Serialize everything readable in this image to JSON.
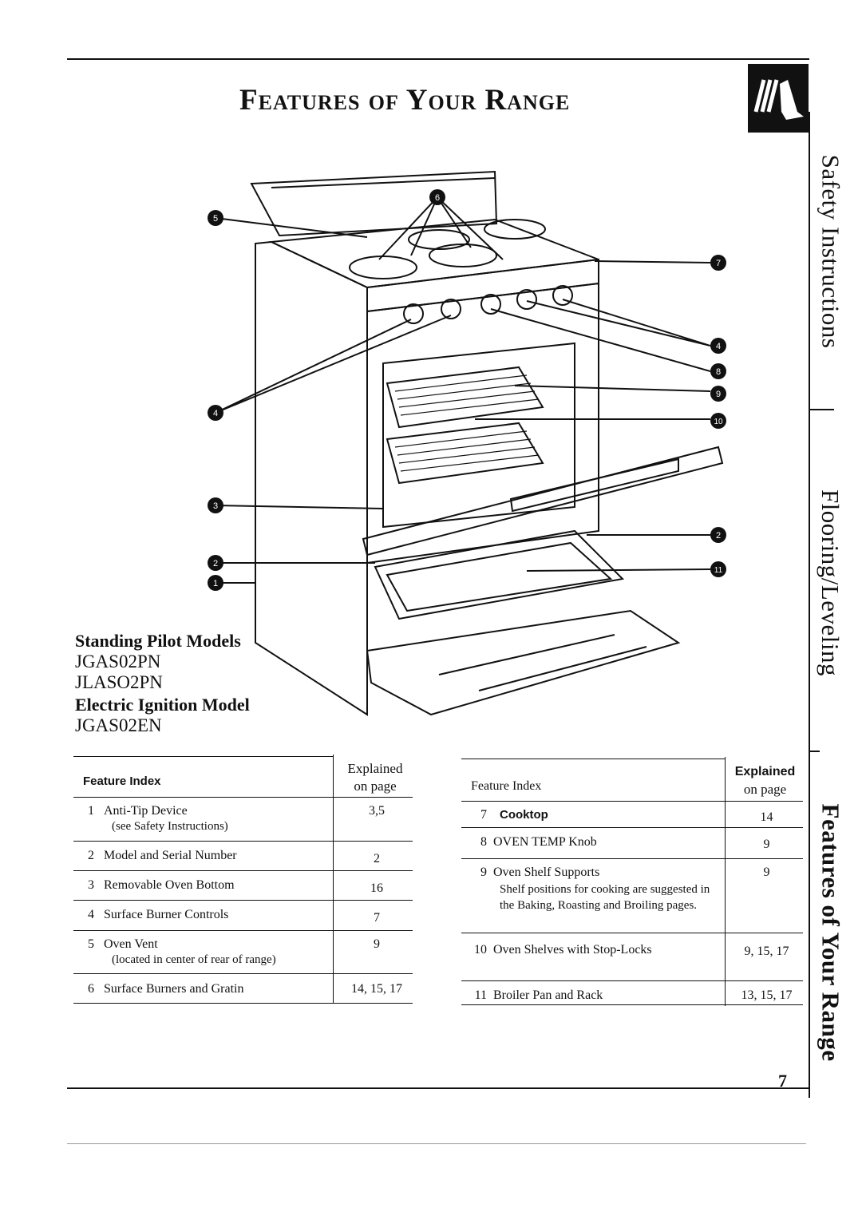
{
  "page_title": "Features of Your Range",
  "side_tabs": [
    "Safety Instructions",
    "Flooring/Leveling",
    "Features of Your Range"
  ],
  "callout_numbers": [
    "1",
    "2",
    "3",
    "4",
    "5",
    "6",
    "7",
    "8",
    "9",
    "10",
    "11"
  ],
  "models": {
    "standing_pilot_heading": "Standing Pilot Models",
    "standing_pilot_models": [
      "JGAS02PN",
      "JLASO2PN"
    ],
    "electric_heading": "Electric Ignition Model",
    "electric_models": [
      "JGAS02EN"
    ]
  },
  "left_table": {
    "header_feature": "Feature Index",
    "header_page_1": "Explained",
    "header_page_2": "on page",
    "rows": [
      {
        "num": "1",
        "text": "Anti-Tip Device",
        "sub": "(see Safety Instructions)",
        "page": "3,5"
      },
      {
        "num": "2",
        "text": "Model and Serial Number",
        "sub": "",
        "page": "2"
      },
      {
        "num": "3",
        "text": "Removable Oven Bottom",
        "sub": "",
        "page": "16"
      },
      {
        "num": "4",
        "text": "Surface Burner Controls",
        "sub": "",
        "page": "7"
      },
      {
        "num": "5",
        "text": "Oven Vent",
        "sub": "(located in center of rear of range)",
        "page": "9"
      },
      {
        "num": "6",
        "text": "Surface Burners and Gratin",
        "sub": "",
        "page": "14, 15, 17"
      }
    ]
  },
  "right_table": {
    "header_feature": "Feature Index",
    "header_page_1": "Explained",
    "header_page_2": "on page",
    "rows": [
      {
        "num": "7",
        "text": "Cooktop",
        "sub": "",
        "page": "14"
      },
      {
        "num": "8",
        "text": "OVEN TEMP Knob",
        "sub": "",
        "page": "9"
      },
      {
        "num": "9",
        "text": "Oven Shelf Supports",
        "sub": "Shelf positions for cooking are suggested in the Baking, Roasting and Broiling pages.",
        "page": "9"
      },
      {
        "num": "10",
        "text": "Oven Shelves with Stop-Locks",
        "sub": "",
        "page": "9, 15, 17"
      },
      {
        "num": "11",
        "text": "Broiler Pan and Rack",
        "sub": "",
        "page": "13, 15, 17"
      }
    ]
  },
  "page_number": "7"
}
